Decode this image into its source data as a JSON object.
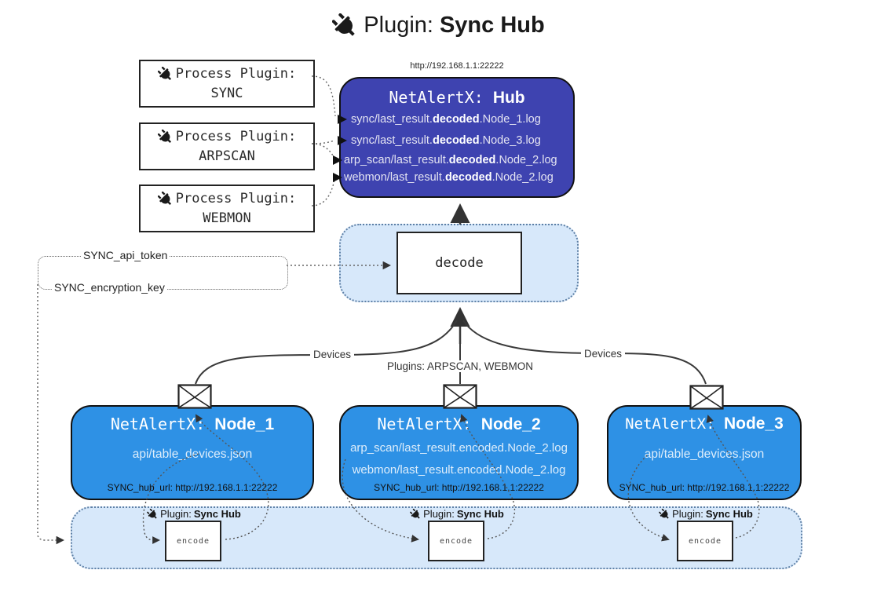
{
  "title": {
    "label": "Plugin: ",
    "name": "Sync Hub"
  },
  "process_plugins": {
    "label": "Process Plugin:",
    "items": [
      "SYNC",
      "ARPSCAN",
      "WEBMON"
    ]
  },
  "hub": {
    "url": "http://192.168.1.1:22222",
    "app": "NetAlertX: ",
    "name": "Hub",
    "logs": [
      {
        "pre": "sync/last_result.",
        "mid": "decoded",
        "post": ".Node_1.log"
      },
      {
        "pre": "sync/last_result.",
        "mid": "decoded",
        "post": ".Node_3.log"
      },
      {
        "pre": "arp_scan/last_result.",
        "mid": "decoded",
        "post": ".Node_2.log"
      },
      {
        "pre": "webmon/last_result.",
        "mid": "decoded",
        "post": ".Node_2.log"
      }
    ]
  },
  "decode": {
    "label": "decode"
  },
  "secrets": {
    "api_token": "SYNC_api_token",
    "encryption_key": "SYNC_encryption_key"
  },
  "edge_labels": {
    "devices_left": "Devices",
    "devices_right": "Devices",
    "plugins": "Plugins: ARPSCAN, WEBMON"
  },
  "nodes": [
    {
      "app": "NetAlertX: ",
      "name": "Node_1",
      "files": [
        "api/table_devices.json"
      ],
      "hub_url": "SYNC_hub_url: http://192.168.1.1:22222"
    },
    {
      "app": "NetAlertX: ",
      "name": "Node_2",
      "files": [
        "arp_scan/last_result.encoded.Node_2.log",
        "webmon/last_result.encoded.Node_2.log"
      ],
      "hub_url": "SYNC_hub_url: http://192.168.1.1:22222"
    },
    {
      "app": "NetAlertX: ",
      "name": "Node_3",
      "files": [
        "api/table_devices.json"
      ],
      "hub_url": "SYNC_hub_url: http://192.168.1.1:22222"
    }
  ],
  "encoder": {
    "plugin_label": "Plugin: ",
    "plugin_name": "Sync Hub",
    "box_label": "encode"
  },
  "colors": {
    "hub": "#3e43b0",
    "node": "#2e91e5",
    "panel": "#d7e8fa",
    "line": "#3a3a3a"
  }
}
